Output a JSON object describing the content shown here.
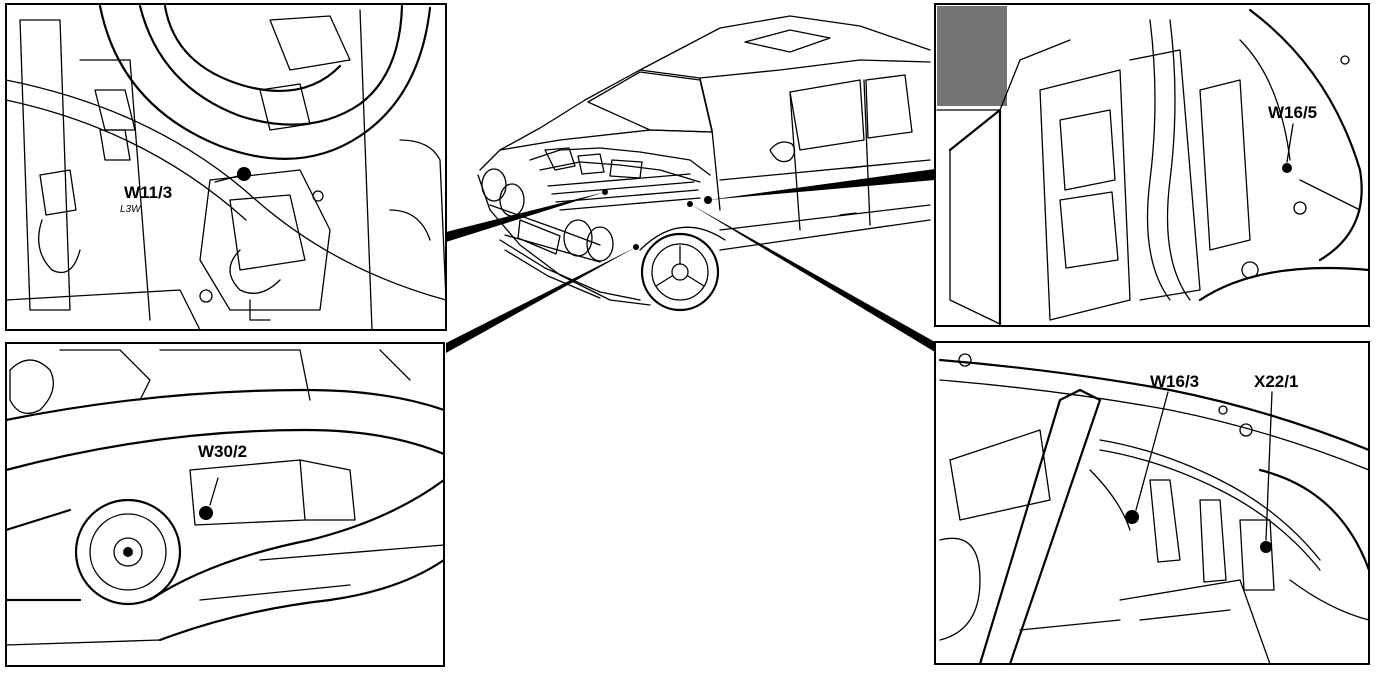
{
  "diagram": {
    "panels": [
      {
        "id": "top-left",
        "labels": [
          {
            "text": "W11/3",
            "sub": "L3W"
          }
        ]
      },
      {
        "id": "bottom-left",
        "labels": [
          {
            "text": "W30/2"
          }
        ]
      },
      {
        "id": "top-right",
        "labels": [
          {
            "text": "W16/5"
          }
        ]
      },
      {
        "id": "bottom-right",
        "labels": [
          {
            "text": "W16/3"
          },
          {
            "text": "X22/1"
          }
        ]
      }
    ]
  }
}
